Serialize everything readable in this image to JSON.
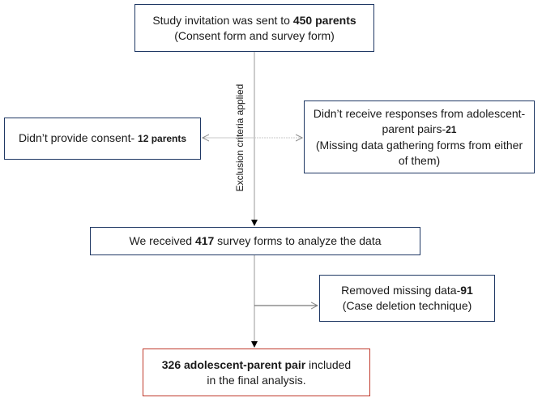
{
  "boxes": {
    "invitation": {
      "line1_pre": "Study invitation was sent to ",
      "line1_bold": "450 parents",
      "line2": "(Consent form and survey form)"
    },
    "no_consent": {
      "pre": "Didn’t provide consent- ",
      "bold": "12 parents"
    },
    "no_response": {
      "line1": "Didn’t receive responses from adolescent-",
      "line2_pre": "parent pairs-",
      "line2_bold": "21",
      "line3": "(Missing data gathering forms from either",
      "line4": "of them)"
    },
    "received": {
      "pre": "We received ",
      "bold": "417",
      "post": " survey forms to analyze the data"
    },
    "removed": {
      "line1_pre": "Removed missing data-",
      "line1_bold": "91",
      "line2": "(Case deletion technique)"
    },
    "final": {
      "line1_bold": "326 adolescent-parent pair",
      "line1_post": " included",
      "line2": "in the final analysis."
    }
  },
  "exclusion_label": "Exclusion criteria applied",
  "colors": {
    "box_border": "#1f3864",
    "final_border": "#c0392b",
    "connector": "#9a9a9a",
    "arrowhead": "#000000"
  }
}
